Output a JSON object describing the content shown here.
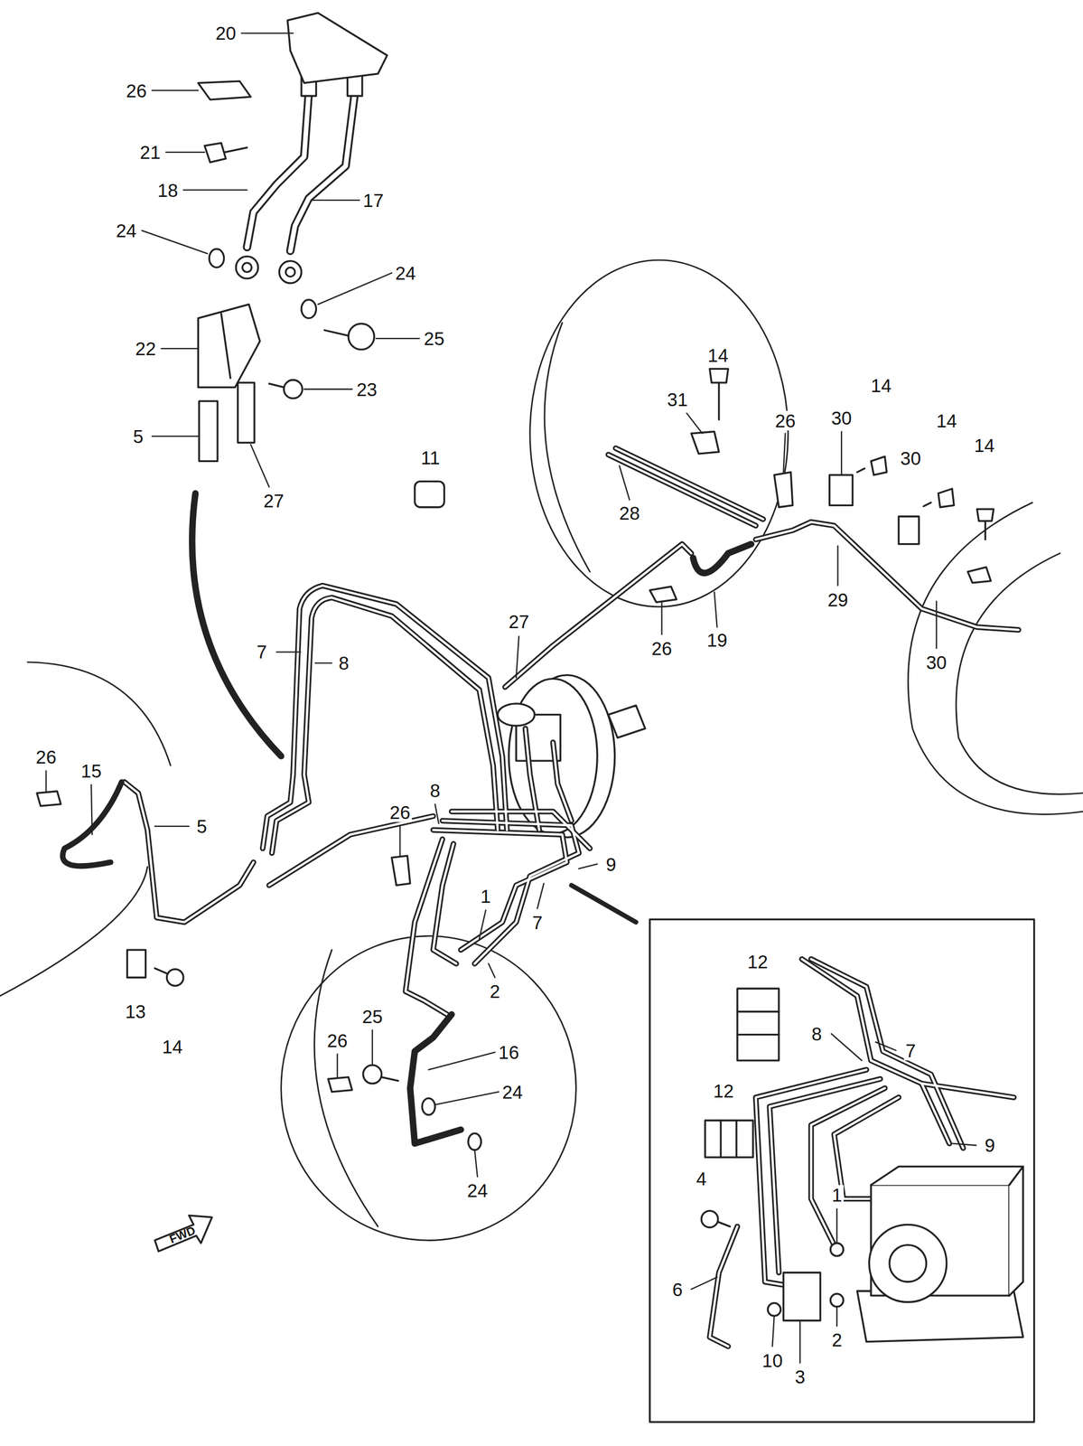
{
  "diagram": {
    "labels": [
      "20",
      "26",
      "21",
      "18",
      "17",
      "24",
      "24",
      "25",
      "22",
      "23",
      "5",
      "27",
      "11",
      "14",
      "31",
      "26",
      "30",
      "14",
      "14",
      "30",
      "14",
      "28",
      "29",
      "26",
      "19",
      "30",
      "27",
      "7",
      "8",
      "26",
      "15",
      "5",
      "8",
      "26",
      "9",
      "1",
      "7",
      "2",
      "13",
      "14",
      "25",
      "26",
      "16",
      "24",
      "24",
      "FWD",
      "12",
      "8",
      "7",
      "12",
      "9",
      "4",
      "1",
      "6",
      "10",
      "2",
      "3"
    ]
  }
}
